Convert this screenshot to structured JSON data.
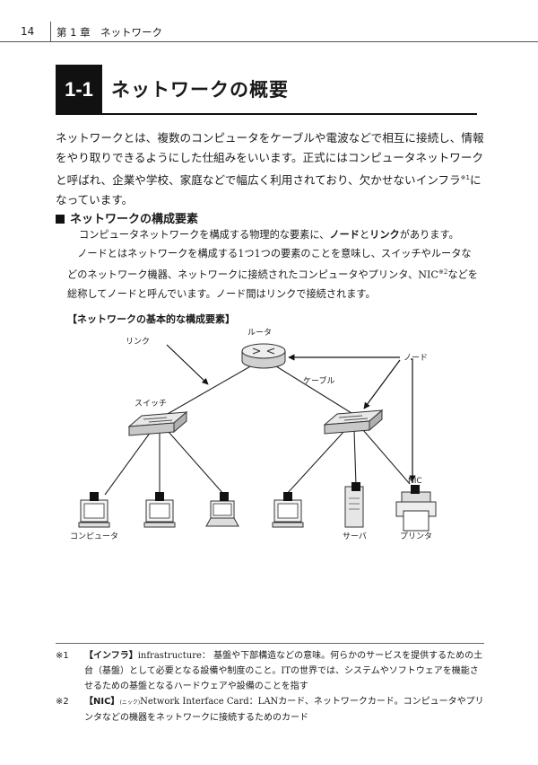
{
  "header": {
    "page_number": "14",
    "chapter": "第 1 章",
    "chapter_title": "ネットワーク"
  },
  "section": {
    "number": "1-1",
    "title": "ネットワークの概要"
  },
  "intro": {
    "text_a": "ネットワークとは、複数のコンピュータをケーブルや電波などで相互に接続し、情報をやり取りできるようにした仕組みをいいます。正式にはコンピュータネットワークと呼ばれ、企業や学校、家庭などで幅広く利用されており、欠かせないインフラ",
    "note_ref": "※1",
    "text_b": "になっています。"
  },
  "subsection": {
    "heading": "ネットワークの構成要素",
    "para1_a": "コンピュータネットワークを構成する物理的な要素に、",
    "para1_node": "ノード",
    "para1_to": "と",
    "para1_link": "リンク",
    "para1_b": "があります。",
    "para2_a": "ノードとはネットワークを構成する1つ1つの要素のことを意味し、スイッチやルータなどのネットワーク機器、ネットワークに接続されたコンピュータやプリンタ、NIC",
    "para2_ref": "※2",
    "para2_b": "などを総称してノードと呼んでいます。ノード間はリンクで接続されます。"
  },
  "figure": {
    "caption": "【ネットワークの基本的な構成要素】",
    "labels": {
      "router": "ルータ",
      "link": "リンク",
      "node": "ノード",
      "cable": "ケーブル",
      "switch": "スイッチ",
      "nic": "NIC",
      "computer": "コンピュータ",
      "server": "サーバ",
      "printer": "プリンタ"
    }
  },
  "footnotes": [
    {
      "mark": "※1",
      "term": "【インフラ】",
      "ruby": "",
      "text": "infrastructure： 基盤や下部構造などの意味。何らかのサービスを提供するための土台（基盤）として必要となる設備や制度のこと。ITの世界では、システムやソフトウェアを機能させるための基盤となるハードウェアや設備のことを指す"
    },
    {
      "mark": "※2",
      "term": "【NIC】",
      "ruby": "(ニック)",
      "text": "Network Interface Card：LANカード、ネットワークカード。コンピュータやプリンタなどの機器をネットワークに接続するためのカード"
    }
  ]
}
